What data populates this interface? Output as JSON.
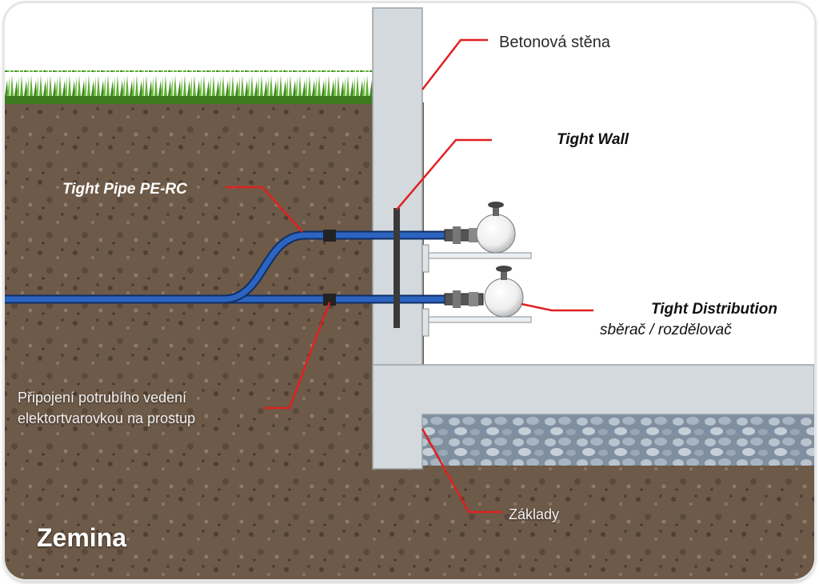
{
  "labels": {
    "concrete_wall": "Betonová stěna",
    "tight_wall": "Tight Wall",
    "tight_pipe": "Tight Pipe PE-RC",
    "tight_distribution": "Tight Distribution",
    "distribution_sub": "sběrač / rozdělovač",
    "connection_line1": "Připojení potrubího vedení",
    "connection_line2": "elektortvarovkou na prostup",
    "foundation": "Základy",
    "soil": "Zemina"
  },
  "colors": {
    "soil": "#6e5a48",
    "grass": "#4f9a2a",
    "concrete": "#d3d9dd",
    "pipe": "#1c4fa0",
    "leader_line": "#e02020",
    "gravel": "#9aa9b8"
  }
}
